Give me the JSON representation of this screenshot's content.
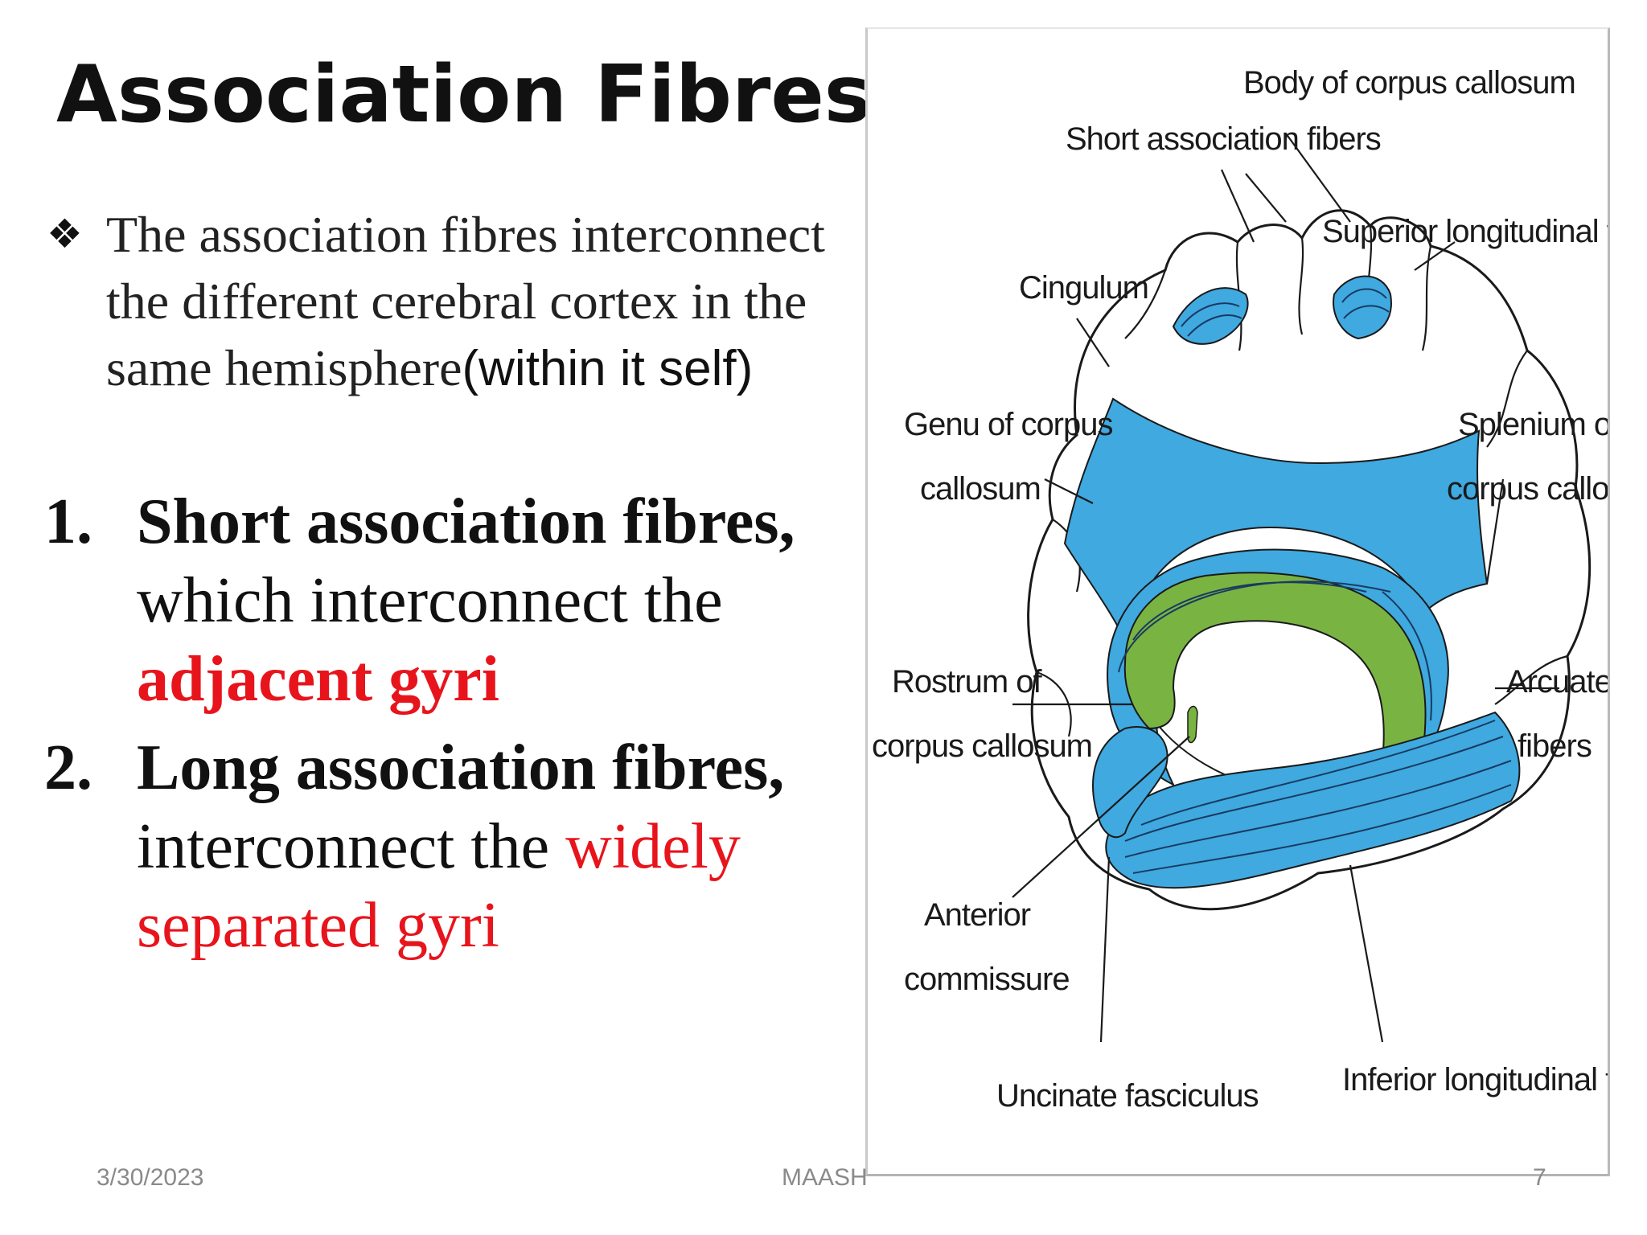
{
  "slide": {
    "title": "Association Fibres",
    "bullet": {
      "text_main": "The association fibres interconnect the different cerebral cortex in the same hemisphere",
      "text_tail": "(within it self)"
    },
    "items": [
      {
        "number": "1.",
        "bold": "Short association fibres,",
        "text": "which interconnect the",
        "highlight": "adjacent gyri"
      },
      {
        "number": "2.",
        "bold": "Long association fibres,",
        "text": "interconnect the",
        "highlight": "widely separated gyri"
      }
    ],
    "footer": {
      "date": "3/30/2023",
      "author": "MAASH",
      "page": "7"
    }
  },
  "figure": {
    "labels": {
      "body_cc": "Body of corpus callosum",
      "short_assoc": "Short association fibers",
      "slf": "Superior longitudinal fasciculus",
      "cingulum": "Cingulum",
      "genu_1": "Genu of corpus",
      "genu_2": "callosum",
      "splenium_1": "Splenium of",
      "splenium_2": "corpus callosum",
      "rostrum_1": "Rostrum of",
      "rostrum_2": "corpus callosum",
      "arcuate_1": "Arcuate",
      "arcuate_2": "fibers",
      "anterior_1": "Anterior",
      "anterior_2": "commissure",
      "uncinate": "Uncinate fasciculus",
      "ilf": "Inferior longitudinal fasciculus"
    },
    "colors": {
      "fiber_blue": "#3fa9e0",
      "corpus_green": "#79b443",
      "outline": "#1a1a1a"
    }
  }
}
